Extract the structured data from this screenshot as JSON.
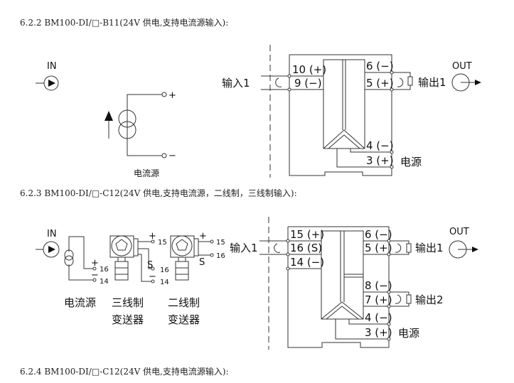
{
  "sections": [
    {
      "heading": "6.2.2 BM100-DI/□-B11(24V 供电,支持电流源输入):",
      "in_label": "IN",
      "out_label": "OUT",
      "source_label": "电流源",
      "plus": "+",
      "minus": "−",
      "input_label": "输入1",
      "output1_label": "输出1",
      "power_label": "电源",
      "terminals_left": [
        "10 (+)",
        "9 (−)"
      ],
      "terminals_right": [
        "6 (−)",
        "5 (+)",
        "4 (−)",
        "3 (+)"
      ]
    },
    {
      "heading": "6.2.3 BM100-DI/□-C12(24V 供电,支持电流源，二线制，三线制输入):",
      "in_label": "IN",
      "out_label": "OUT",
      "source_label": "电流源",
      "three_wire_label": [
        "三线制",
        "变送器"
      ],
      "two_wire_label": [
        "二线制",
        "变送器"
      ],
      "plus": "+",
      "minus": "−",
      "s_label": "S",
      "pins": [
        "16",
        "14",
        "15",
        "16",
        "14",
        "15",
        "16"
      ],
      "input_label": "输入1",
      "output1_label": "输出1",
      "output2_label": "输出2",
      "power_label": "电源",
      "terminals_left": [
        "15 (+)",
        "16 (S)",
        "14 (−)"
      ],
      "terminals_right": [
        "6 (−)",
        "5 (+)",
        "8 (−)",
        "7 (+)",
        "4 (−)",
        "3 (+)"
      ]
    },
    {
      "heading": "6.2.4 BM100-DI/□-C12(24V 供电,支持电流源输入):"
    }
  ]
}
